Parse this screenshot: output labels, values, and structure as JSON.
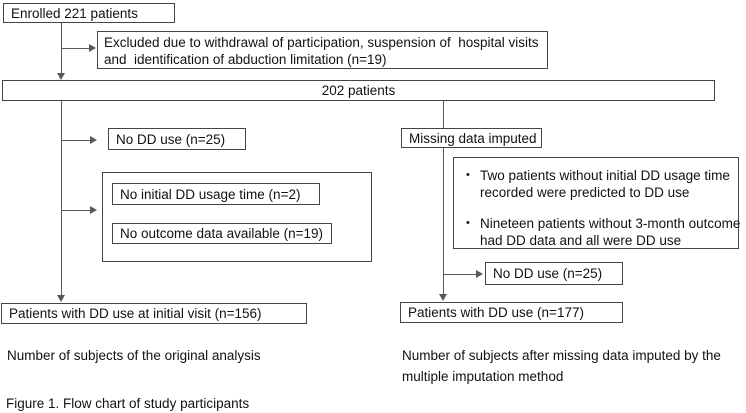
{
  "colors": {
    "border": "#454545",
    "line": "#595959",
    "text": "#111111",
    "background": "#ffffff"
  },
  "flowchart": {
    "enrolled_label": "Enrolled 221 patients",
    "excluded_label": "Excluded due to withdrawal of participation, suspension of  hospital visits\nand  identification of abduction limitation (n=19)",
    "total_label": "202 patients",
    "left_branch": {
      "no_dd_use_label": "No DD use (n=25)",
      "no_initial_time_label": "No initial DD usage time (n=2)",
      "no_outcome_label": "No outcome data available (n=19)",
      "result_label": "Patients with DD use at initial visit (n=156)",
      "caption": "Number of subjects of the original analysis"
    },
    "right_branch": {
      "missing_imputed_label": "Missing data imputed",
      "bullet_glyph": "•",
      "note_1": "Two patients without initial DD usage time\nrecorded were predicted to DD use",
      "note_2": "Nineteen patients without 3-month outcome\nhad DD data and all were DD use",
      "no_dd_use_label": "No DD use (n=25)",
      "result_label": "Patients with DD use (n=177)",
      "caption": "Number of subjects after missing data imputed by the\nmultiple imputation method"
    }
  },
  "figure_caption": "Figure 1. Flow chart of study participants"
}
